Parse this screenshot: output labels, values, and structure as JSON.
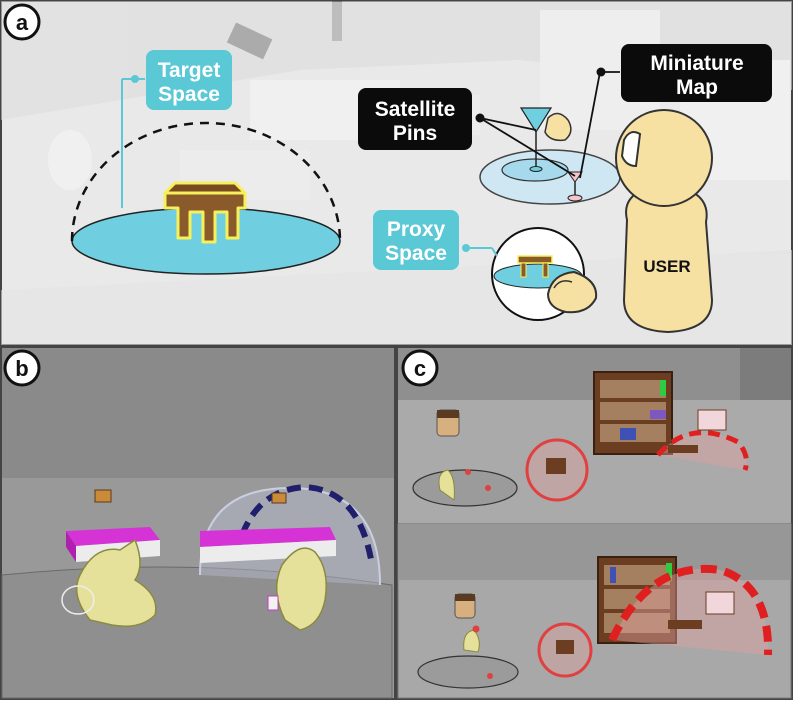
{
  "panels": {
    "a": {
      "badge": "a",
      "labels": {
        "target_space": [
          "Target",
          "Space"
        ],
        "satellite_pins": [
          "Satellite",
          "Pins"
        ],
        "miniature_map": [
          "Miniature",
          "Map"
        ],
        "proxy_space": [
          "Proxy",
          "Space"
        ],
        "user": "USER"
      }
    },
    "b": {
      "badge": "b"
    },
    "c": {
      "badge": "c"
    }
  },
  "colors": {
    "cyan_label": "#5bc8d6",
    "cyan_fill": "#6fcfe0",
    "black_label": "#0b0b0b",
    "table_brown": "#8b5a2b",
    "highlight_yellow": "#f6f05a",
    "user_body": "#f6e1a3",
    "magenta": "#d633d6",
    "navy_dash": "#1f1f6b",
    "red_dash": "#e02020"
  },
  "icons": [
    "table-icon",
    "user-figure",
    "hand-icon",
    "bookshelf-icon",
    "head-icon"
  ]
}
